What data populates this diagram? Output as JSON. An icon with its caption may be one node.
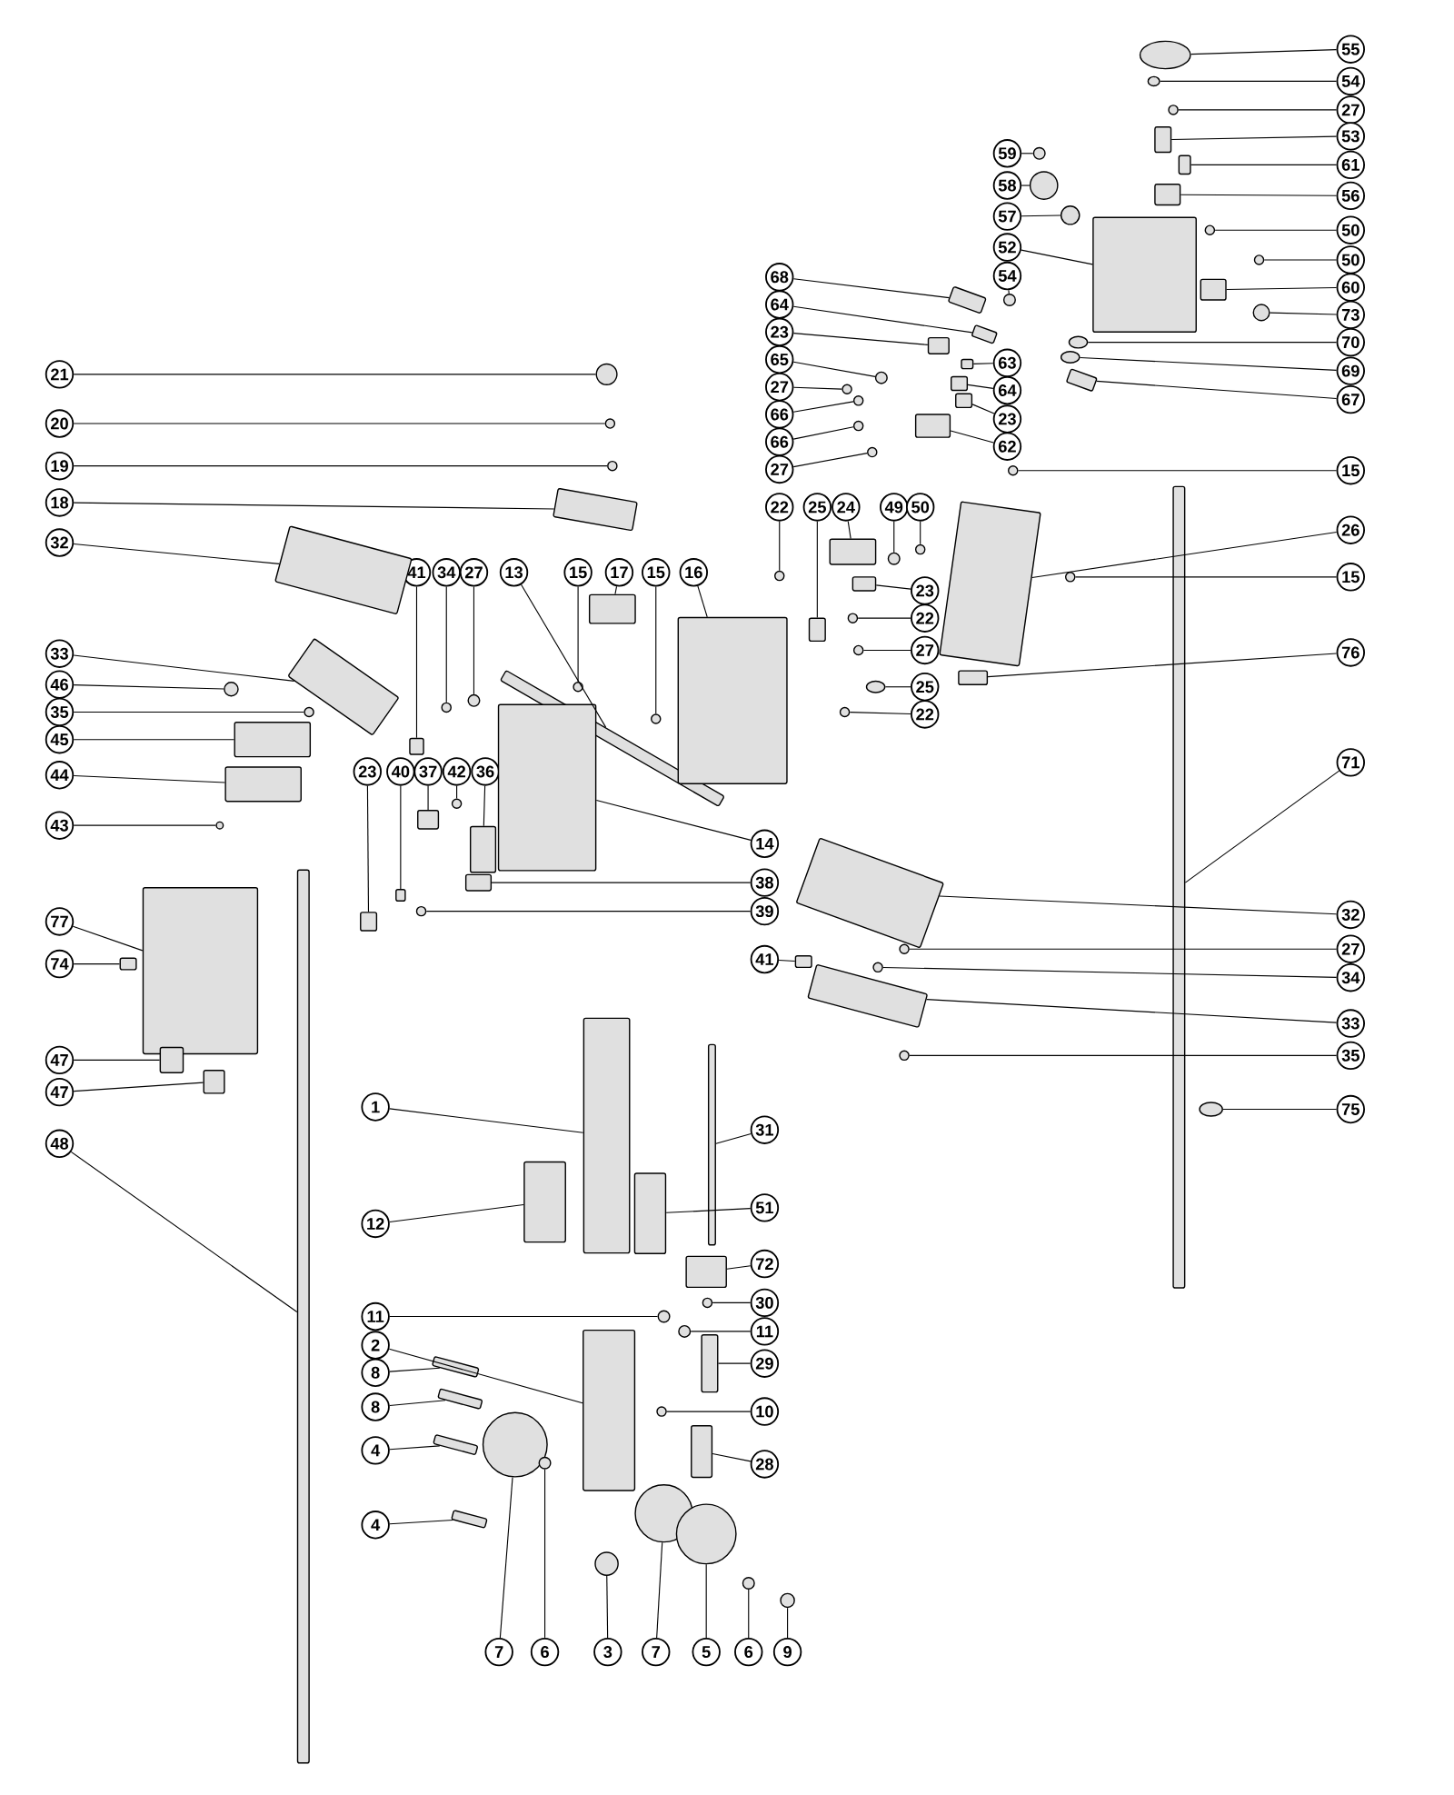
{
  "diagram": {
    "nodes": [
      {
        "text": [
          "55"
        ]
      },
      {
        "text": [
          "54"
        ]
      },
      {
        "text": [
          "27"
        ]
      },
      {
        "text": [
          "53"
        ]
      },
      {
        "text": [
          "61"
        ]
      },
      {
        "text": [
          "56"
        ]
      },
      {
        "text": [
          "50"
        ]
      },
      {
        "text": [
          "50"
        ]
      },
      {
        "text": [
          "60"
        ]
      },
      {
        "text": [
          "73"
        ]
      },
      {
        "text": [
          "70"
        ]
      },
      {
        "text": [
          "69"
        ]
      },
      {
        "text": [
          "67"
        ]
      },
      {
        "text": [
          "15"
        ]
      },
      {
        "text": [
          "26"
        ]
      },
      {
        "text": [
          "15"
        ]
      },
      {
        "text": [
          "76"
        ]
      },
      {
        "text": [
          "71"
        ]
      },
      {
        "text": [
          "32"
        ]
      },
      {
        "text": [
          "27"
        ]
      },
      {
        "text": [
          "34"
        ]
      },
      {
        "text": [
          "33"
        ]
      },
      {
        "text": [
          "35"
        ]
      },
      {
        "text": [
          "75"
        ]
      },
      {
        "text": [
          "59"
        ]
      },
      {
        "text": [
          "58"
        ]
      },
      {
        "text": [
          "57"
        ]
      },
      {
        "text": [
          "52"
        ]
      },
      {
        "text": [
          "54"
        ]
      },
      {
        "text": [
          "68"
        ]
      },
      {
        "text": [
          "64"
        ]
      },
      {
        "text": [
          "23"
        ]
      },
      {
        "text": [
          "65"
        ]
      },
      {
        "text": [
          "27"
        ]
      },
      {
        "text": [
          "66"
        ]
      },
      {
        "text": [
          "66"
        ]
      },
      {
        "text": [
          "27"
        ]
      },
      {
        "text": [
          "63"
        ]
      },
      {
        "text": [
          "64"
        ]
      },
      {
        "text": [
          "23"
        ]
      },
      {
        "text": [
          "62"
        ]
      },
      {
        "text": [
          "21"
        ]
      },
      {
        "text": [
          "20"
        ]
      },
      {
        "text": [
          "19"
        ]
      },
      {
        "text": [
          "18"
        ]
      },
      {
        "text": [
          "32"
        ]
      },
      {
        "text": [
          "33"
        ]
      },
      {
        "text": [
          "46"
        ]
      },
      {
        "text": [
          "35"
        ]
      },
      {
        "text": [
          "45"
        ]
      },
      {
        "text": [
          "44"
        ]
      },
      {
        "text": [
          "43"
        ]
      },
      {
        "text": [
          "77"
        ]
      },
      {
        "text": [
          "74"
        ]
      },
      {
        "text": [
          "47"
        ]
      },
      {
        "text": [
          "47"
        ]
      },
      {
        "text": [
          "48"
        ]
      },
      {
        "text": [
          "41"
        ]
      },
      {
        "text": [
          "34"
        ]
      },
      {
        "text": [
          "27"
        ]
      },
      {
        "text": [
          "13"
        ]
      },
      {
        "text": [
          "15"
        ]
      },
      {
        "text": [
          "17"
        ]
      },
      {
        "text": [
          "15"
        ]
      },
      {
        "text": [
          "16"
        ]
      },
      {
        "text": [
          "22"
        ]
      },
      {
        "text": [
          "25"
        ]
      },
      {
        "text": [
          "24"
        ]
      },
      {
        "text": [
          "49"
        ]
      },
      {
        "text": [
          "50"
        ]
      },
      {
        "text": [
          "23"
        ]
      },
      {
        "text": [
          "22"
        ]
      },
      {
        "text": [
          "27"
        ]
      },
      {
        "text": [
          "25"
        ]
      },
      {
        "text": [
          "22"
        ]
      },
      {
        "text": [
          "23"
        ]
      },
      {
        "text": [
          "40"
        ]
      },
      {
        "text": [
          "37"
        ]
      },
      {
        "text": [
          "42"
        ]
      },
      {
        "text": [
          "36"
        ]
      },
      {
        "text": [
          "14"
        ]
      },
      {
        "text": [
          "38"
        ]
      },
      {
        "text": [
          "39"
        ]
      },
      {
        "text": [
          "41"
        ]
      },
      {
        "text": [
          "1"
        ]
      },
      {
        "text": [
          "31"
        ]
      },
      {
        "text": [
          "51"
        ]
      },
      {
        "text": [
          "12"
        ]
      },
      {
        "text": [
          "72"
        ]
      },
      {
        "text": [
          "30"
        ]
      },
      {
        "text": [
          "11"
        ]
      },
      {
        "text": [
          "11"
        ]
      },
      {
        "text": [
          "2"
        ]
      },
      {
        "text": [
          "29"
        ]
      },
      {
        "text": [
          "8"
        ]
      },
      {
        "text": [
          "8"
        ]
      },
      {
        "text": [
          "10"
        ]
      },
      {
        "text": [
          "4"
        ]
      },
      {
        "text": [
          "28"
        ]
      },
      {
        "text": [
          "4"
        ]
      },
      {
        "text": [
          "7"
        ]
      },
      {
        "text": [
          "6"
        ]
      },
      {
        "text": [
          "3"
        ]
      },
      {
        "text": [
          "7"
        ]
      },
      {
        "text": [
          "5"
        ]
      },
      {
        "text": [
          "6"
        ]
      },
      {
        "text": [
          "9"
        ]
      },
      {
        "text": [],
        "shape": "circle"
      },
      {
        "text": [],
        "shape": "circle"
      },
      {
        "text": [],
        "shape": "circle"
      },
      {
        "text": [],
        "shape": "box"
      },
      {
        "text": [],
        "shape": "box"
      },
      {
        "text": [],
        "shape": "box"
      },
      {
        "text": [],
        "shape": "circle"
      },
      {
        "text": [],
        "shape": "circle"
      },
      {
        "text": [],
        "shape": "box"
      },
      {
        "text": [],
        "shape": "circle"
      },
      {
        "text": [],
        "shape": "circle"
      },
      {
        "text": [],
        "shape": "circle"
      },
      {
        "text": [],
        "shape": "box"
      },
      {
        "text": [],
        "shape": "circle"
      },
      {
        "text": [],
        "shape": "box"
      },
      {
        "text": [],
        "shape": "circle"
      },
      {
        "text": [],
        "shape": "box"
      },
      {
        "text": [],
        "shape": "box"
      },
      {
        "text": [],
        "shape": "box"
      },
      {
        "text": [],
        "shape": "circle"
      },
      {
        "text": [],
        "shape": "circle"
      },
      {
        "text": [],
        "shape": "box"
      },
      {
        "text": [],
        "shape": "circle"
      },
      {
        "text": [],
        "shape": "circle"
      },
      {
        "text": [],
        "shape": "circle"
      },
      {
        "text": [],
        "shape": "circle"
      },
      {
        "text": [],
        "shape": "circle"
      },
      {
        "text": [],
        "shape": "box"
      },
      {
        "text": [],
        "shape": "circle"
      },
      {
        "text": [],
        "shape": "box"
      },
      {
        "text": [],
        "shape": "box"
      },
      {
        "text": [],
        "shape": "box"
      },
      {
        "text": [],
        "shape": "circle"
      },
      {
        "text": [],
        "shape": "circle"
      },
      {
        "text": [],
        "shape": "circle"
      },
      {
        "text": [],
        "shape": "circle"
      },
      {
        "text": [],
        "shape": "circle"
      },
      {
        "text": [],
        "shape": "box"
      },
      {
        "text": [],
        "shape": "box"
      },
      {
        "text": [],
        "shape": "box"
      },
      {
        "text": [],
        "shape": "box"
      },
      {
        "text": [],
        "shape": "circle"
      },
      {
        "text": [],
        "shape": "circle"
      },
      {
        "text": [],
        "shape": "circle"
      },
      {
        "text": [],
        "shape": "box"
      },
      {
        "text": [],
        "shape": "box"
      },
      {
        "text": [],
        "shape": "box"
      },
      {
        "text": [],
        "shape": "circle"
      },
      {
        "text": [],
        "shape": "circle"
      },
      {
        "text": [],
        "shape": "box"
      },
      {
        "text": [],
        "shape": "box"
      },
      {
        "text": [],
        "shape": "circle"
      },
      {
        "text": [],
        "shape": "box"
      },
      {
        "text": [],
        "shape": "box"
      },
      {
        "text": [],
        "shape": "box"
      },
      {
        "text": [],
        "shape": "box"
      },
      {
        "text": [],
        "shape": "box"
      },
      {
        "text": [],
        "shape": "box"
      },
      {
        "text": [],
        "shape": "circle"
      },
      {
        "text": [],
        "shape": "circle"
      },
      {
        "text": [],
        "shape": "box"
      },
      {
        "text": [],
        "shape": "circle"
      },
      {
        "text": [],
        "shape": "box"
      },
      {
        "text": [],
        "shape": "circle"
      },
      {
        "text": [],
        "shape": "box"
      },
      {
        "text": [],
        "shape": "circle"
      },
      {
        "text": [],
        "shape": "box"
      },
      {
        "text": [],
        "shape": "box"
      },
      {
        "text": [],
        "shape": "circle"
      },
      {
        "text": [],
        "shape": "circle"
      },
      {
        "text": [],
        "shape": "box"
      },
      {
        "text": [],
        "shape": "circle"
      },
      {
        "text": [],
        "shape": "circle"
      },
      {
        "text": [],
        "shape": "circle"
      },
      {
        "text": [],
        "shape": "circle"
      },
      {
        "text": [],
        "shape": "box"
      },
      {
        "text": [],
        "shape": "box"
      },
      {
        "text": [],
        "shape": "box"
      },
      {
        "text": [],
        "shape": "circle"
      },
      {
        "text": [],
        "shape": "box"
      },
      {
        "text": [],
        "shape": "box"
      },
      {
        "text": [],
        "shape": "box"
      },
      {
        "text": [],
        "shape": "circle"
      },
      {
        "text": [],
        "shape": "box"
      },
      {
        "text": [],
        "shape": "box"
      },
      {
        "text": [],
        "shape": "box"
      },
      {
        "text": [],
        "shape": "box"
      },
      {
        "text": [],
        "shape": "box"
      },
      {
        "text": [],
        "shape": "box"
      },
      {
        "text": [],
        "shape": "circle"
      },
      {
        "text": [],
        "shape": "circle"
      },
      {
        "text": [],
        "shape": "circle"
      },
      {
        "text": [],
        "shape": "box"
      },
      {
        "text": [],
        "shape": "box"
      },
      {
        "text": [],
        "shape": "box"
      },
      {
        "text": [],
        "shape": "box"
      },
      {
        "text": [],
        "shape": "circle"
      },
      {
        "text": [],
        "shape": "box"
      },
      {
        "text": [],
        "shape": "box"
      },
      {
        "text": [],
        "shape": "box"
      },
      {
        "text": [],
        "shape": "circle"
      },
      {
        "text": [],
        "shape": "circle"
      },
      {
        "text": [],
        "shape": "circle"
      },
      {
        "text": [],
        "shape": "circle"
      },
      {
        "text": [],
        "shape": "circle"
      },
      {
        "text": [],
        "shape": "circle"
      },
      {
        "text": [],
        "shape": "circle"
      }
    ],
    "edges": [
      {
        "from": 0,
        "to": 107,
        "arrow": "none"
      },
      {
        "from": 1,
        "to": 108,
        "arrow": "none"
      },
      {
        "from": 2,
        "to": 109,
        "arrow": "none"
      },
      {
        "from": 3,
        "to": 110,
        "arrow": "none"
      },
      {
        "from": 4,
        "to": 111,
        "arrow": "none"
      },
      {
        "from": 5,
        "to": 112,
        "arrow": "none"
      },
      {
        "from": 6,
        "to": 113,
        "arrow": "none"
      },
      {
        "from": 7,
        "to": 114,
        "arrow": "none"
      },
      {
        "from": 8,
        "to": 115,
        "arrow": "none"
      },
      {
        "from": 9,
        "to": 116,
        "arrow": "none"
      },
      {
        "from": 10,
        "to": 117,
        "arrow": "none"
      },
      {
        "from": 11,
        "to": 118,
        "arrow": "none"
      },
      {
        "from": 12,
        "to": 119,
        "arrow": "none"
      },
      {
        "from": 13,
        "to": 120,
        "arrow": "none"
      },
      {
        "from": 14,
        "to": 121,
        "arrow": "none"
      },
      {
        "from": 15,
        "to": 122,
        "arrow": "none"
      },
      {
        "from": 16,
        "to": 123,
        "arrow": "none"
      },
      {
        "from": 17,
        "to": 124,
        "arrow": "none"
      },
      {
        "from": 18,
        "to": 125,
        "arrow": "none"
      },
      {
        "from": 19,
        "to": 126,
        "arrow": "none"
      },
      {
        "from": 20,
        "to": 127,
        "arrow": "none"
      },
      {
        "from": 21,
        "to": 128,
        "arrow": "none"
      },
      {
        "from": 22,
        "to": 129,
        "arrow": "none"
      },
      {
        "from": 23,
        "to": 130,
        "arrow": "none"
      },
      {
        "from": 24,
        "to": 131,
        "arrow": "none"
      },
      {
        "from": 25,
        "to": 132,
        "arrow": "none"
      },
      {
        "from": 26,
        "to": 133,
        "arrow": "none"
      },
      {
        "from": 27,
        "to": 134,
        "arrow": "none"
      },
      {
        "from": 28,
        "to": 135,
        "arrow": "none"
      },
      {
        "from": 29,
        "to": 136,
        "arrow": "none"
      },
      {
        "from": 30,
        "to": 137,
        "arrow": "none"
      },
      {
        "from": 31,
        "to": 138,
        "arrow": "none"
      },
      {
        "from": 32,
        "to": 139,
        "arrow": "none"
      },
      {
        "from": 33,
        "to": 140,
        "arrow": "none"
      },
      {
        "from": 34,
        "to": 141,
        "arrow": "none"
      },
      {
        "from": 35,
        "to": 142,
        "arrow": "none"
      },
      {
        "from": 36,
        "to": 143,
        "arrow": "none"
      },
      {
        "from": 37,
        "to": 144,
        "arrow": "none"
      },
      {
        "from": 38,
        "to": 145,
        "arrow": "none"
      },
      {
        "from": 39,
        "to": 146,
        "arrow": "none"
      },
      {
        "from": 40,
        "to": 147,
        "arrow": "none"
      },
      {
        "from": 41,
        "to": 148,
        "arrow": "none"
      },
      {
        "from": 42,
        "to": 149,
        "arrow": "none"
      },
      {
        "from": 43,
        "to": 150,
        "arrow": "none"
      },
      {
        "from": 44,
        "to": 151,
        "arrow": "none"
      },
      {
        "from": 45,
        "to": 152,
        "arrow": "none"
      },
      {
        "from": 46,
        "to": 153,
        "arrow": "none"
      },
      {
        "from": 47,
        "to": 154,
        "arrow": "none"
      },
      {
        "from": 48,
        "to": 155,
        "arrow": "none"
      },
      {
        "from": 49,
        "to": 156,
        "arrow": "none"
      },
      {
        "from": 50,
        "to": 157,
        "arrow": "none"
      },
      {
        "from": 51,
        "to": 158,
        "arrow": "none"
      },
      {
        "from": 52,
        "to": 159,
        "arrow": "none"
      },
      {
        "from": 53,
        "to": 160,
        "arrow": "none"
      },
      {
        "from": 54,
        "to": 161,
        "arrow": "none"
      },
      {
        "from": 55,
        "to": 162,
        "arrow": "none"
      },
      {
        "from": 56,
        "to": 163,
        "arrow": "none"
      },
      {
        "from": 57,
        "to": 164,
        "arrow": "none"
      },
      {
        "from": 58,
        "to": 165,
        "arrow": "none"
      },
      {
        "from": 59,
        "to": 166,
        "arrow": "none"
      },
      {
        "from": 60,
        "to": 167,
        "arrow": "none"
      },
      {
        "from": 61,
        "to": 168,
        "arrow": "none"
      },
      {
        "from": 62,
        "to": 169,
        "arrow": "none"
      },
      {
        "from": 63,
        "to": 170,
        "arrow": "none"
      },
      {
        "from": 64,
        "to": 171,
        "arrow": "none"
      },
      {
        "from": 65,
        "to": 172,
        "arrow": "none"
      },
      {
        "from": 66,
        "to": 173,
        "arrow": "none"
      },
      {
        "from": 67,
        "to": 174,
        "arrow": "none"
      },
      {
        "from": 68,
        "to": 175,
        "arrow": "none"
      },
      {
        "from": 69,
        "to": 176,
        "arrow": "none"
      },
      {
        "from": 70,
        "to": 177,
        "arrow": "none"
      },
      {
        "from": 71,
        "to": 178,
        "arrow": "none"
      },
      {
        "from": 72,
        "to": 179,
        "arrow": "none"
      },
      {
        "from": 73,
        "to": 180,
        "arrow": "none"
      },
      {
        "from": 74,
        "to": 181,
        "arrow": "none"
      },
      {
        "from": 75,
        "to": 182,
        "arrow": "none"
      },
      {
        "from": 76,
        "to": 183,
        "arrow": "none"
      },
      {
        "from": 77,
        "to": 184,
        "arrow": "none"
      },
      {
        "from": 78,
        "to": 185,
        "arrow": "none"
      },
      {
        "from": 79,
        "to": 186,
        "arrow": "none"
      },
      {
        "from": 80,
        "to": 187,
        "arrow": "none"
      },
      {
        "from": 81,
        "to": 188,
        "arrow": "none"
      },
      {
        "from": 82,
        "to": 189,
        "arrow": "none"
      },
      {
        "from": 83,
        "to": 190,
        "arrow": "none"
      },
      {
        "from": 84,
        "to": 191,
        "arrow": "none"
      },
      {
        "from": 85,
        "to": 192,
        "arrow": "none"
      },
      {
        "from": 86,
        "to": 193,
        "arrow": "none"
      },
      {
        "from": 87,
        "to": 194,
        "arrow": "none"
      },
      {
        "from": 88,
        "to": 195,
        "arrow": "none"
      },
      {
        "from": 89,
        "to": 196,
        "arrow": "none"
      },
      {
        "from": 90,
        "to": 197,
        "arrow": "none"
      },
      {
        "from": 91,
        "to": 198,
        "arrow": "none"
      },
      {
        "from": 92,
        "to": 199,
        "arrow": "none"
      },
      {
        "from": 93,
        "to": 200,
        "arrow": "none"
      },
      {
        "from": 94,
        "to": 201,
        "arrow": "none"
      },
      {
        "from": 95,
        "to": 202,
        "arrow": "none"
      },
      {
        "from": 96,
        "to": 203,
        "arrow": "none"
      },
      {
        "from": 97,
        "to": 204,
        "arrow": "none"
      },
      {
        "from": 98,
        "to": 205,
        "arrow": "none"
      },
      {
        "from": 99,
        "to": 206,
        "arrow": "none"
      },
      {
        "from": 100,
        "to": 207,
        "arrow": "none"
      },
      {
        "from": 101,
        "to": 208,
        "arrow": "none"
      },
      {
        "from": 102,
        "to": 209,
        "arrow": "none"
      },
      {
        "from": 103,
        "to": 210,
        "arrow": "none"
      },
      {
        "from": 104,
        "to": 211,
        "arrow": "none"
      },
      {
        "from": 105,
        "to": 212,
        "arrow": "none"
      },
      {
        "from": 106,
        "to": 213,
        "arrow": "none"
      }
    ]
  }
}
